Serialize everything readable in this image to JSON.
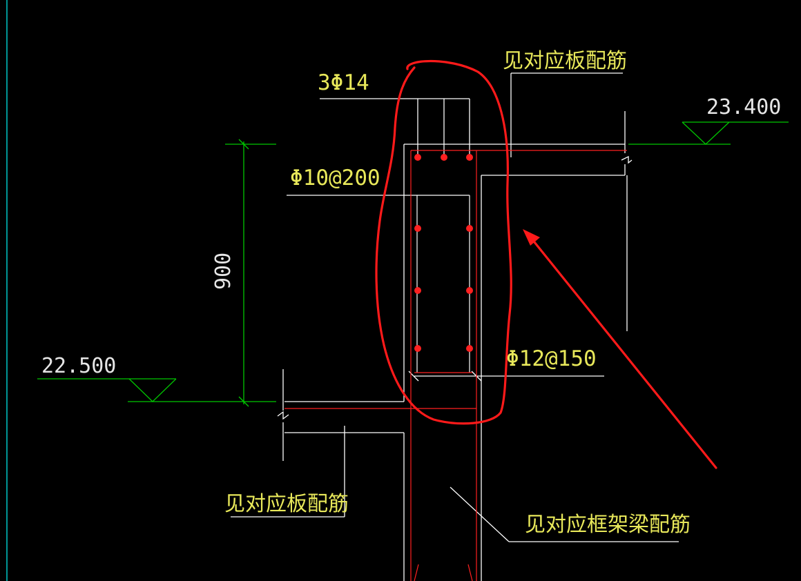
{
  "colors": {
    "background": "#000000",
    "drawing_white": "#ffffff",
    "annotation_yellow": "#e8e85a",
    "level_green": "#00c800",
    "concrete_red": "#ff2020",
    "markup_red": "#ff1a1a",
    "viewport_cyan": "#00c8c8"
  },
  "labels": {
    "top_rebar": "3Φ14",
    "see_slab_top": "见对应板配筋",
    "stirrup": "Φ10@200",
    "side_bars": "Φ12@150",
    "height_dim": "900",
    "level_high": "23.400",
    "level_low": "22.500",
    "see_slab_bottom": "见对应板配筋",
    "see_frame_beam": "见对应框架梁配筋"
  }
}
